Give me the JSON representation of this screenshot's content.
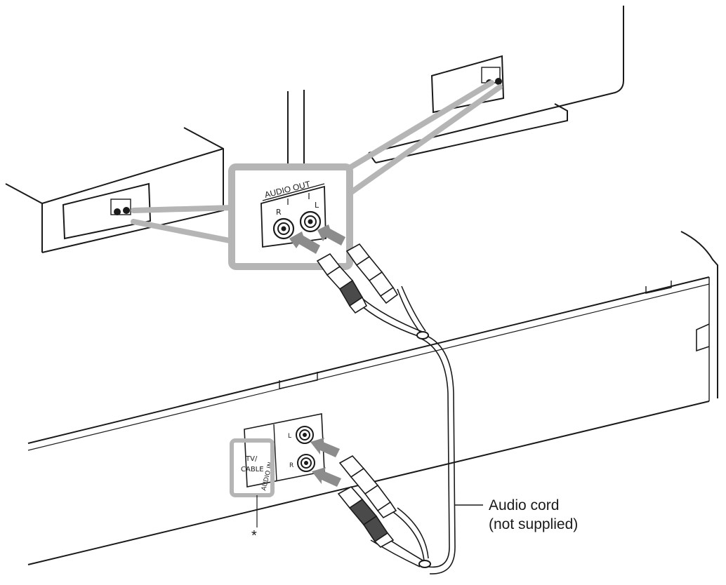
{
  "callout": {
    "panel_label": "AUDIO OUT",
    "right_jack_label": "R",
    "left_jack_label": "L"
  },
  "bar_panel": {
    "tv_cable_line1": "TV/",
    "tv_cable_line2": "CABLE",
    "audio_in_label": "AUDIO IN",
    "left_jack_label": "L",
    "right_jack_label": "R"
  },
  "labels": {
    "cord_line1": "Audio cord",
    "cord_line2": "(not supplied)",
    "asterisk": "*"
  },
  "colors": {
    "line": "#1a1a1a",
    "callout_gray": "#b5b5b5",
    "arrow_gray": "#8c8c8c",
    "plug_dark": "#4a4a4a"
  }
}
